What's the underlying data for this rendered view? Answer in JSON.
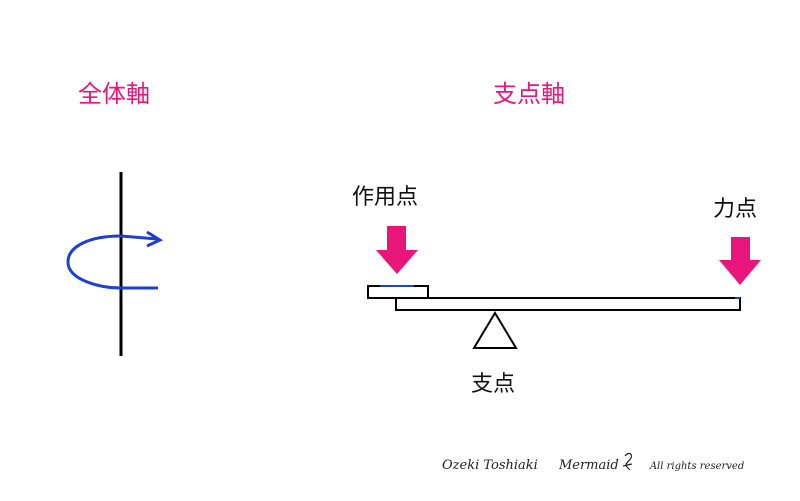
{
  "headings": {
    "left": "全体軸",
    "right": "支点軸"
  },
  "labels": {
    "effort_point": "作用点",
    "force_point": "力点",
    "fulcrum": "支点"
  },
  "footer": {
    "author": "Ozeki Toshiaki",
    "brand": "Mermaid",
    "rights": "All rights reserved"
  },
  "colors": {
    "accent": "#e8157a",
    "rotation_arrow": "#1e3fd0",
    "line": "#000000"
  },
  "icons": {
    "rotation": "rotation-arrow-icon",
    "down_arrow": "down-arrow-icon",
    "fulcrum": "triangle-icon"
  }
}
